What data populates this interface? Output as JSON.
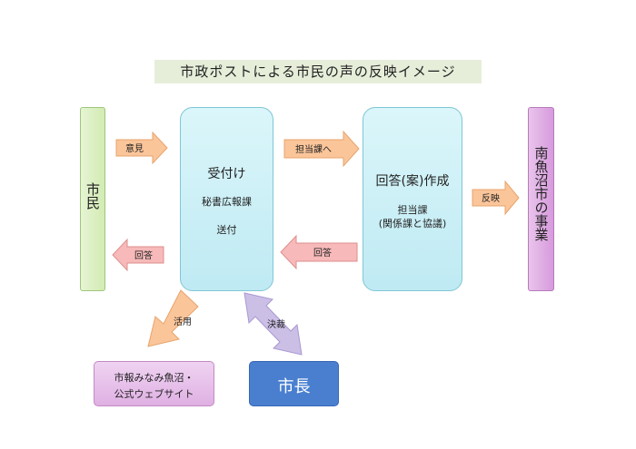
{
  "title": "市政ポストによる市民の声の反映イメージ",
  "nodes": {
    "citizen": "市民",
    "reception": {
      "heading": "受付け",
      "dept": "秘書広報課",
      "action": "送付"
    },
    "answer": {
      "heading": "回答(案)作成",
      "dept": "担当課",
      "note": "(関係課と協議)"
    },
    "city_business": "南魚沼市の事業",
    "pr": {
      "line1": "市報みなみ魚沼・",
      "line2": "公式ウェブサイト"
    },
    "mayor": "市長"
  },
  "arrows": {
    "opinion": "意見",
    "reply_to_citizen": "回答",
    "to_dept": "担当課へ",
    "reply_from_dept": "回答",
    "reflect": "反映",
    "utilize": "活用",
    "decision": "決裁"
  },
  "colors": {
    "orange_arrow": "#fbc59a",
    "pink_arrow": "#f7b9b9",
    "lavender_arrow": "#cbbfe6",
    "mayor_fill": "#4a7fd0"
  }
}
